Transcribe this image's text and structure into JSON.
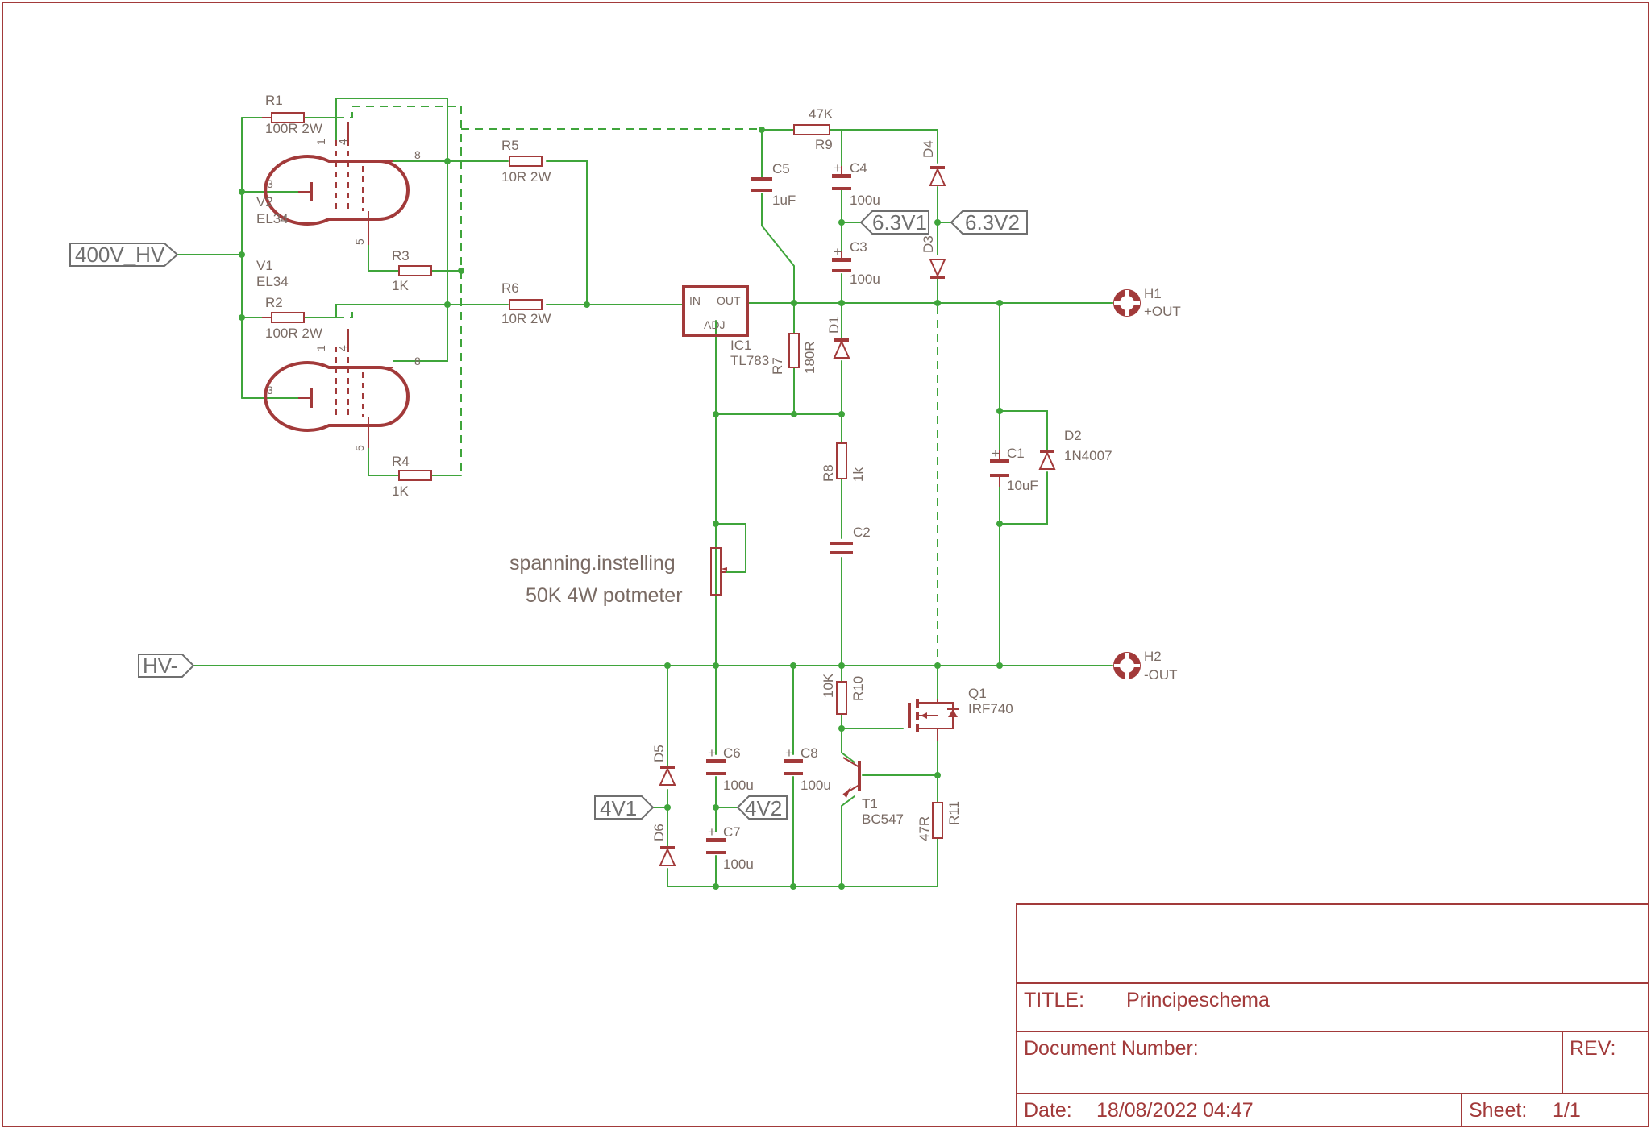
{
  "title_block": {
    "title_label": "TITLE:",
    "title_value": "Principeschema",
    "docnum_label": "Document Number:",
    "rev_label": "REV:",
    "date_label": "Date:",
    "date_value": "18/08/2022 04:47",
    "sheet_label": "Sheet:",
    "sheet_value": "1/1"
  },
  "net_labels": {
    "hv_plus": "400V_HV",
    "hv_minus": "HV-",
    "v63_1": "6.3V1",
    "v63_2": "6.3V2",
    "v4_1": "4V1",
    "v4_2": "4V2"
  },
  "pot": {
    "line1": "spanning.instelling",
    "line2": "50K 4W potmeter"
  },
  "tubes": {
    "v2": {
      "name": "V2",
      "type": "EL34"
    },
    "v1": {
      "name": "V1",
      "type": "EL34"
    },
    "pins": {
      "p1": "1",
      "p3": "3",
      "p4": "4",
      "p5": "5",
      "p8": "8"
    }
  },
  "parts": {
    "r1": {
      "name": "R1",
      "value": "100R 2W"
    },
    "r2": {
      "name": "R2",
      "value": "100R 2W"
    },
    "r3": {
      "name": "R3",
      "value": "1K"
    },
    "r4": {
      "name": "R4",
      "value": "1K"
    },
    "r5": {
      "name": "R5",
      "value": "10R 2W"
    },
    "r6": {
      "name": "R6",
      "value": "10R 2W"
    },
    "r7": {
      "name": "R7",
      "value": "180R"
    },
    "r8": {
      "name": "R8",
      "value": "1k"
    },
    "r9": {
      "name": "R9",
      "value": "47K"
    },
    "r10": {
      "name": "R10",
      "value": "10K"
    },
    "r11": {
      "name": "R11",
      "value": "47R"
    },
    "c1": {
      "name": "C1",
      "value": "10uF"
    },
    "c2": {
      "name": "C2",
      "value": ""
    },
    "c3": {
      "name": "C3",
      "value": "100u"
    },
    "c4": {
      "name": "C4",
      "value": "100u"
    },
    "c5": {
      "name": "C5",
      "value": "1uF"
    },
    "c6": {
      "name": "C6",
      "value": "100u"
    },
    "c7": {
      "name": "C7",
      "value": "100u"
    },
    "c8": {
      "name": "C8",
      "value": "100u"
    },
    "d1": {
      "name": "D1"
    },
    "d2": {
      "name": "D2",
      "value": "1N4007"
    },
    "d3": {
      "name": "D3"
    },
    "d4": {
      "name": "D4"
    },
    "d5": {
      "name": "D5"
    },
    "d6": {
      "name": "D6"
    },
    "ic1": {
      "name": "IC1",
      "value": "TL783",
      "pin_in": "IN",
      "pin_out": "OUT",
      "pin_adj": "ADJ"
    },
    "q1": {
      "name": "Q1",
      "value": "IRF740"
    },
    "t1": {
      "name": "T1",
      "value": "BC547"
    },
    "h1": {
      "name": "H1",
      "label": "+OUT"
    },
    "h2": {
      "name": "H2",
      "label": "-OUT"
    }
  },
  "polarity_mark": "+"
}
